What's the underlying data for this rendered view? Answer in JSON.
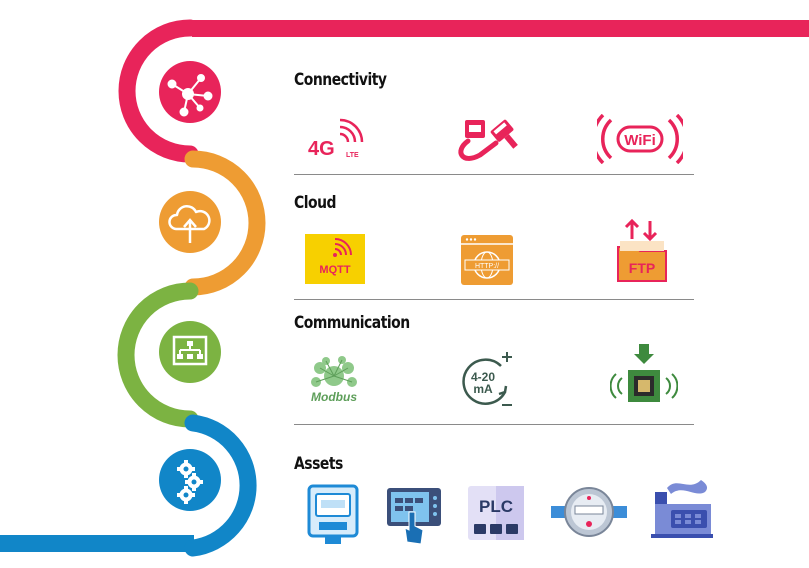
{
  "colors": {
    "connectivity": "#e8245a",
    "cloud": "#ee9c33",
    "communication": "#7cb342",
    "assets": "#1186c8"
  },
  "sections": [
    {
      "title": "Connectivity",
      "icon": "network-hub-icon",
      "items": [
        {
          "name": "4g-lte-icon",
          "label": "4G",
          "sublabel": "LTE"
        },
        {
          "name": "ethernet-cable-icon"
        },
        {
          "name": "wifi-icon",
          "label": "WiFi"
        }
      ]
    },
    {
      "title": "Cloud",
      "icon": "cloud-upload-icon",
      "items": [
        {
          "name": "mqtt-icon",
          "label": "MQTT"
        },
        {
          "name": "http-icon",
          "label": "HTTP://"
        },
        {
          "name": "ftp-icon",
          "label": "FTP"
        }
      ]
    },
    {
      "title": "Communication",
      "icon": "network-diagram-icon",
      "items": [
        {
          "name": "modbus-icon",
          "label": "Modbus"
        },
        {
          "name": "analog-4-20ma-icon",
          "label": "4-20",
          "sublabel": "mA"
        },
        {
          "name": "digital-input-icon"
        }
      ]
    },
    {
      "title": "Assets",
      "icon": "gears-icon",
      "items": [
        {
          "name": "electric-meter-icon"
        },
        {
          "name": "hmi-panel-icon"
        },
        {
          "name": "plc-icon",
          "label": "PLC"
        },
        {
          "name": "water-meter-icon"
        },
        {
          "name": "factory-icon"
        }
      ]
    }
  ]
}
